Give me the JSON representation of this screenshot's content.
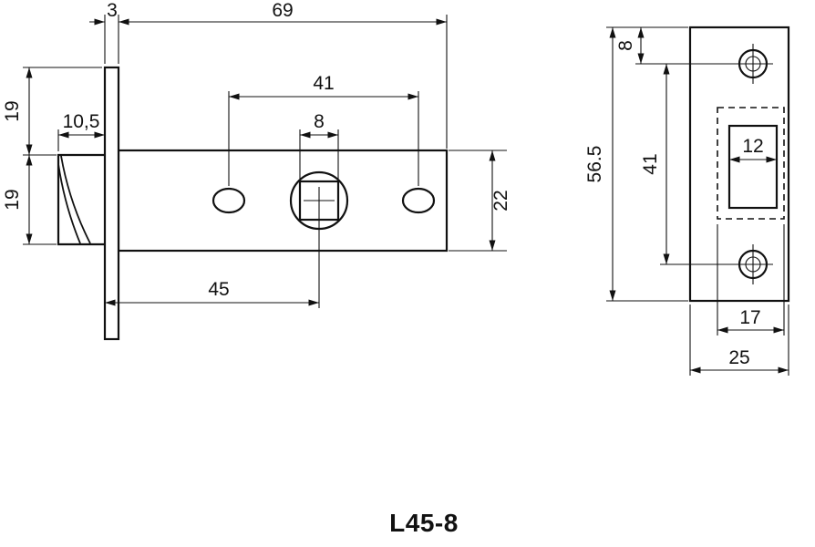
{
  "title": "L45-8",
  "side_view": {
    "labels": {
      "faceplate_thickness": "3",
      "body_length": "69",
      "hole_spacing": "41",
      "square_size": "8",
      "bolt_projection": "10,5",
      "top_offset": "19",
      "bolt_height": "19",
      "body_height": "22",
      "backset": "45"
    }
  },
  "front_view": {
    "labels": {
      "screw_hole_offset": "8",
      "plate_height": "56.5",
      "screw_spacing": "41",
      "opening_width": "12",
      "cutout_width": "17",
      "plate_width": "25"
    }
  }
}
